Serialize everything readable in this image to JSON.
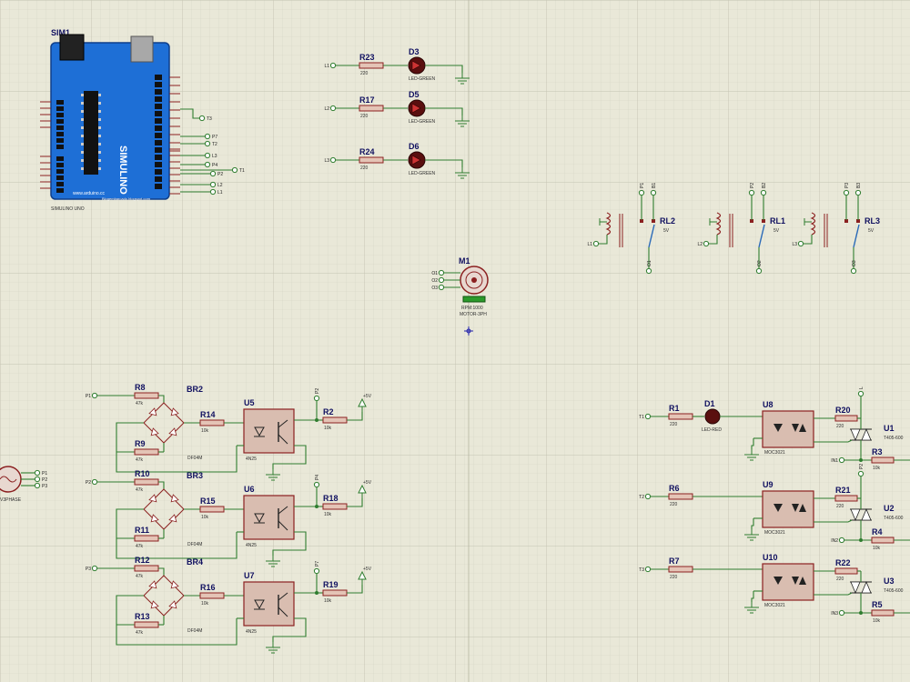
{
  "arduino": {
    "ref": "SIM1",
    "name": "SIMULINO UNO",
    "brand": "SIMULINO",
    "site": "www.arduino.cc",
    "sub": "Blogembarcado.blogspot.com"
  },
  "arduino_nets": [
    "T3",
    "P7",
    "T2",
    "L3",
    "P4",
    "P2",
    "T1",
    "L2",
    "L1"
  ],
  "leds": [
    {
      "net": "L1",
      "r": "R23",
      "rv": "220",
      "d": "D3",
      "dv": "LED-GREEN"
    },
    {
      "net": "L2",
      "r": "R17",
      "rv": "220",
      "d": "D5",
      "dv": "LED-GREEN"
    },
    {
      "net": "L3",
      "r": "R24",
      "rv": "220",
      "d": "D6",
      "dv": "LED-GREEN"
    }
  ],
  "relays": [
    {
      "ref": "RL2",
      "val": "5V",
      "coil": "L1",
      "top1": "P1",
      "top2": "B1",
      "bot": "O1"
    },
    {
      "ref": "RL1",
      "val": "5V",
      "coil": "L2",
      "top1": "P2",
      "top2": "B2",
      "bot": "O2"
    },
    {
      "ref": "RL3",
      "val": "5V",
      "coil": "L3",
      "top1": "P3",
      "top2": "B3",
      "bot": "O3"
    }
  ],
  "motor": {
    "ref": "M1",
    "val": "MOTOR-3PH",
    "rpm": "RPM:1000",
    "pins": [
      "O1",
      "O2",
      "O3"
    ]
  },
  "source": {
    "val": "V3PHASE",
    "pins": [
      "P1",
      "P2",
      "P3"
    ]
  },
  "bridges": [
    {
      "net": "P1",
      "ra": "R8",
      "rb": "R9",
      "br": "BR2",
      "rc": "R14",
      "u": "U5",
      "rd": "R2",
      "out": "P2",
      "vcc": "+5V"
    },
    {
      "net": "P2",
      "ra": "R10",
      "rb": "R11",
      "br": "BR3",
      "rc": "R15",
      "u": "U6",
      "rd": "R18",
      "out": "P4",
      "vcc": "+5V"
    },
    {
      "net": "P3",
      "ra": "R12",
      "rb": "R13",
      "br": "BR4",
      "rc": "R16",
      "u": "U7",
      "rd": "R19",
      "out": "P7",
      "vcc": "+5V"
    }
  ],
  "bridge_vals": {
    "ra": "47k",
    "rc": "10k",
    "rd": "10k",
    "br": "DF04M",
    "u": "4N25"
  },
  "triacs": [
    {
      "net": "T1",
      "r": "R1",
      "rv": "220",
      "led": "D1",
      "ledv": "LED-RED",
      "u": "U8",
      "ru": "R20",
      "tr": "U1",
      "rg": "R3",
      "inn": "IN1",
      "top": "L"
    },
    {
      "net": "T2",
      "r": "R6",
      "rv": "220",
      "led": "",
      "ledv": "",
      "u": "U9",
      "ru": "R21",
      "tr": "U2",
      "rg": "R4",
      "inn": "IN2",
      "top": "P2"
    },
    {
      "net": "T3",
      "r": "R7",
      "rv": "220",
      "led": "",
      "ledv": "",
      "u": "U10",
      "ru": "R22",
      "tr": "U3",
      "rg": "R5",
      "inn": "IN3",
      "top": ""
    }
  ],
  "triac_vals": {
    "u": "MOC3021",
    "ru": "220",
    "tr": "T405-600",
    "rg": "10k"
  },
  "colors": {
    "background": "#e9e8d8",
    "grid": "#d2d1c0",
    "wire": "#2f7d2f",
    "part": "#8b2020",
    "pin": "#2a2a60",
    "board": "#1e6fd6",
    "ic": "#d9bdb0"
  }
}
